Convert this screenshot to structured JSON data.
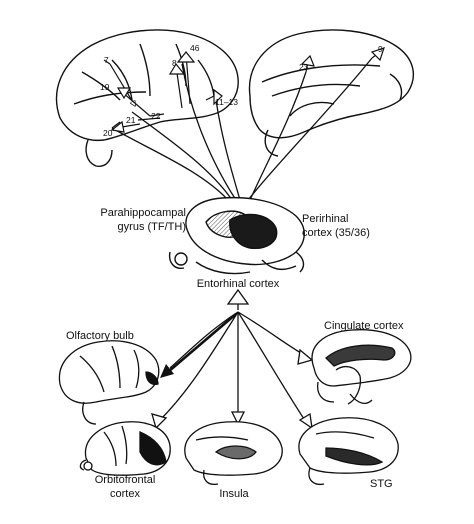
{
  "labels": {
    "parahippocampal_line1": "Parahippocampal",
    "parahippocampal_line2": "gyrus (TF/TH)",
    "perirhinal_line1": "Perirhinal",
    "perirhinal_line2": "cortex (35/36)",
    "entorhinal": "Entorhinal cortex",
    "olfactory_bulb": "Olfactory bulb",
    "cingulate_cortex": "Cingulate cortex",
    "orbitofrontal_line1": "Orbitofrontal",
    "orbitofrontal_line2": "cortex",
    "insula": "Insula",
    "stg": "STG"
  },
  "areas": {
    "a7": "7",
    "a46": "46",
    "a8": "8",
    "a19": "19",
    "a22": "22",
    "a21": "21",
    "a20": "20",
    "a11_13": "11–13",
    "a9": "9",
    "a23": "23"
  },
  "colors": {
    "ink": "#111111",
    "paper": "#ffffff",
    "dark_region": "#1a1a1a",
    "hatched_region": "#8a8a8a"
  }
}
